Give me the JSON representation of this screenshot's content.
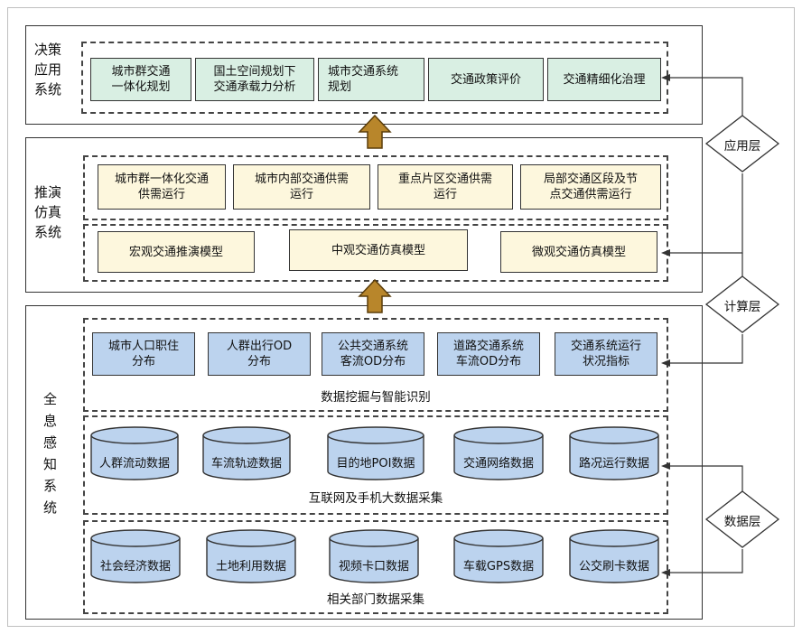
{
  "diagram": {
    "decision_layer": {
      "title_lines": [
        "决策",
        "应用",
        "系统"
      ],
      "boxes": [
        {
          "line1": "城市群交通",
          "line2": "一体化规划"
        },
        {
          "line1": "国土空间规划下",
          "line2": "交通承载力分析"
        },
        {
          "line1": "城市交通系统",
          "line2": "规划"
        },
        {
          "line1": "交通政策评价",
          "line2": ""
        },
        {
          "line1": "交通精细化治理",
          "line2": ""
        }
      ]
    },
    "simulation_layer": {
      "title_lines": [
        "推演",
        "仿真",
        "系统"
      ],
      "scenarios": [
        {
          "line1": "城市群一体化交通",
          "line2": "供需运行"
        },
        {
          "line1": "城市内部交通供需",
          "line2": "运行"
        },
        {
          "line1": "重点片区交通供需",
          "line2": "运行"
        },
        {
          "line1": "局部交通区段及节",
          "line2": "点交通供需运行"
        }
      ],
      "models": [
        "宏观交通推演模型",
        "中观交通仿真模型",
        "微观交通仿真模型"
      ]
    },
    "perception_layer": {
      "title_chars": [
        "全",
        "息",
        "感",
        "知",
        "系",
        "统"
      ],
      "mining": {
        "boxes": [
          {
            "line1": "城市人口职住",
            "line2": "分布"
          },
          {
            "line1": "人群出行OD",
            "line2": "分布"
          },
          {
            "line1": "公共交通系统",
            "line2": "客流OD分布"
          },
          {
            "line1": "道路交通系统",
            "line2": "车流OD分布"
          },
          {
            "line1": "交通系统运行",
            "line2": "状况指标"
          }
        ],
        "caption": "数据挖掘与智能识别"
      },
      "internet": {
        "cylinders": [
          "人群流动数据",
          "车流轨迹数据",
          "目的地POI数据",
          "交通网络数据",
          "路况运行数据"
        ],
        "caption": "互联网及手机大数据采集"
      },
      "departments": {
        "cylinders": [
          "社会经济数据",
          "土地利用数据",
          "视频卡口数据",
          "车载GPS数据",
          "公交刷卡数据"
        ],
        "caption": "相关部门数据采集"
      }
    },
    "side_layers": {
      "application": "应用层",
      "computation": "计算层",
      "data": "数据层"
    },
    "colors": {
      "decision_fill": "#d9efe3",
      "simulation_fill": "#fdf7dd",
      "mining_fill": "#bcd3ee",
      "cylinder_fill": "#bcd3ee",
      "arrow_fill": "#b8862b"
    }
  }
}
